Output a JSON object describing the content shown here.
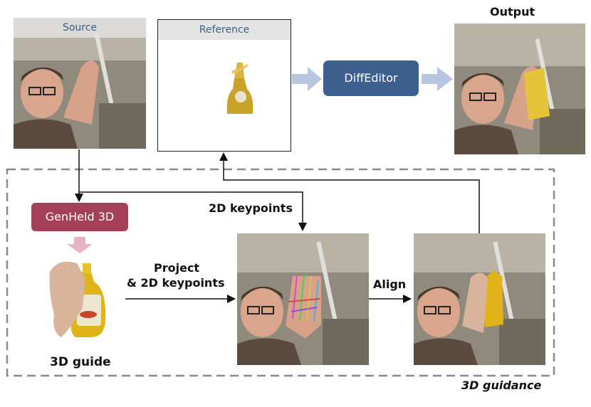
{
  "source": {
    "label": "Source"
  },
  "reference": {
    "label": "Reference"
  },
  "output": {
    "label": "Output"
  },
  "diffeditor": {
    "label": "DiffEditor"
  },
  "genheld": {
    "label": "GenHeld 3D"
  },
  "guide": {
    "label": "3D guide"
  },
  "keypoints_top": {
    "label": "2D keypoints"
  },
  "project": {
    "line1": "Project",
    "line2": "& 2D keypoints"
  },
  "align": {
    "label": "Align"
  },
  "guidance": {
    "label": "3D guidance"
  },
  "colors": {
    "diffeditor_bg": "#3d5f8e",
    "genheld_bg": "#a33f58",
    "big_arrow": "#b5c6de",
    "pink_arrow": "#e7b4c4",
    "label_text": "#3b5c8c",
    "dashed_border": "#8a8a8a"
  }
}
